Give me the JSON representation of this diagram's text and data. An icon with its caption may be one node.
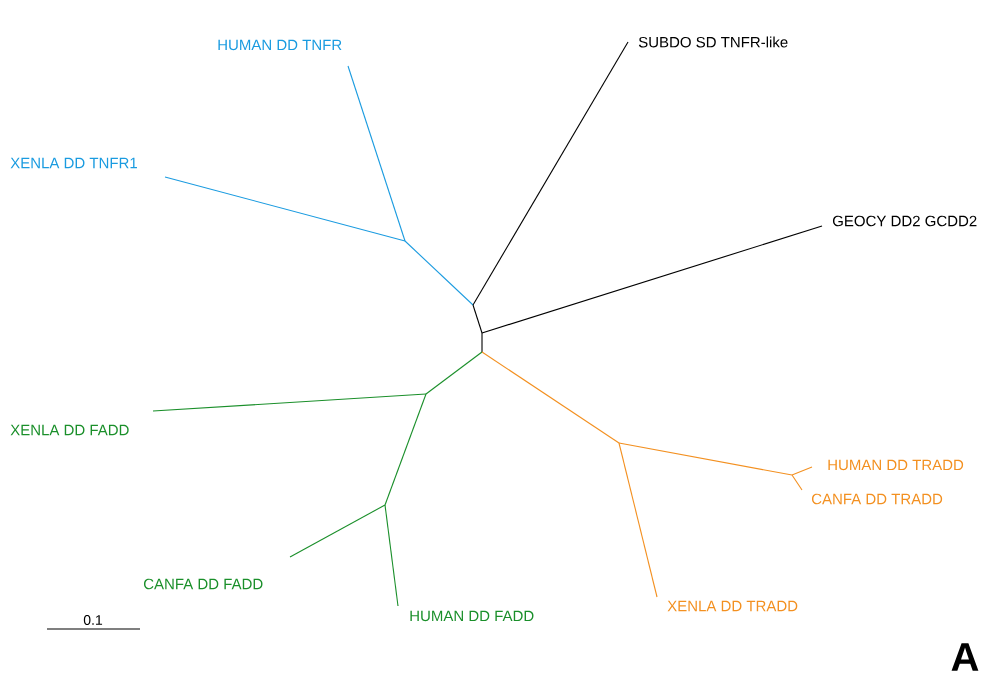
{
  "diagram": {
    "labels": [
      "SUBDO SD TNFR-like",
      "HUMAN DD TNFR",
      "XENLA DD TNFR1",
      "GEOCY DD2 GCDD2",
      "XENLA DD FADD",
      "HUMAN DD TRADD",
      "CANFA DD TRADD",
      "CANFA DD FADD",
      "HUMAN DD FADD",
      "XENLA DD TRADD",
      "0.1",
      "A"
    ]
  }
}
